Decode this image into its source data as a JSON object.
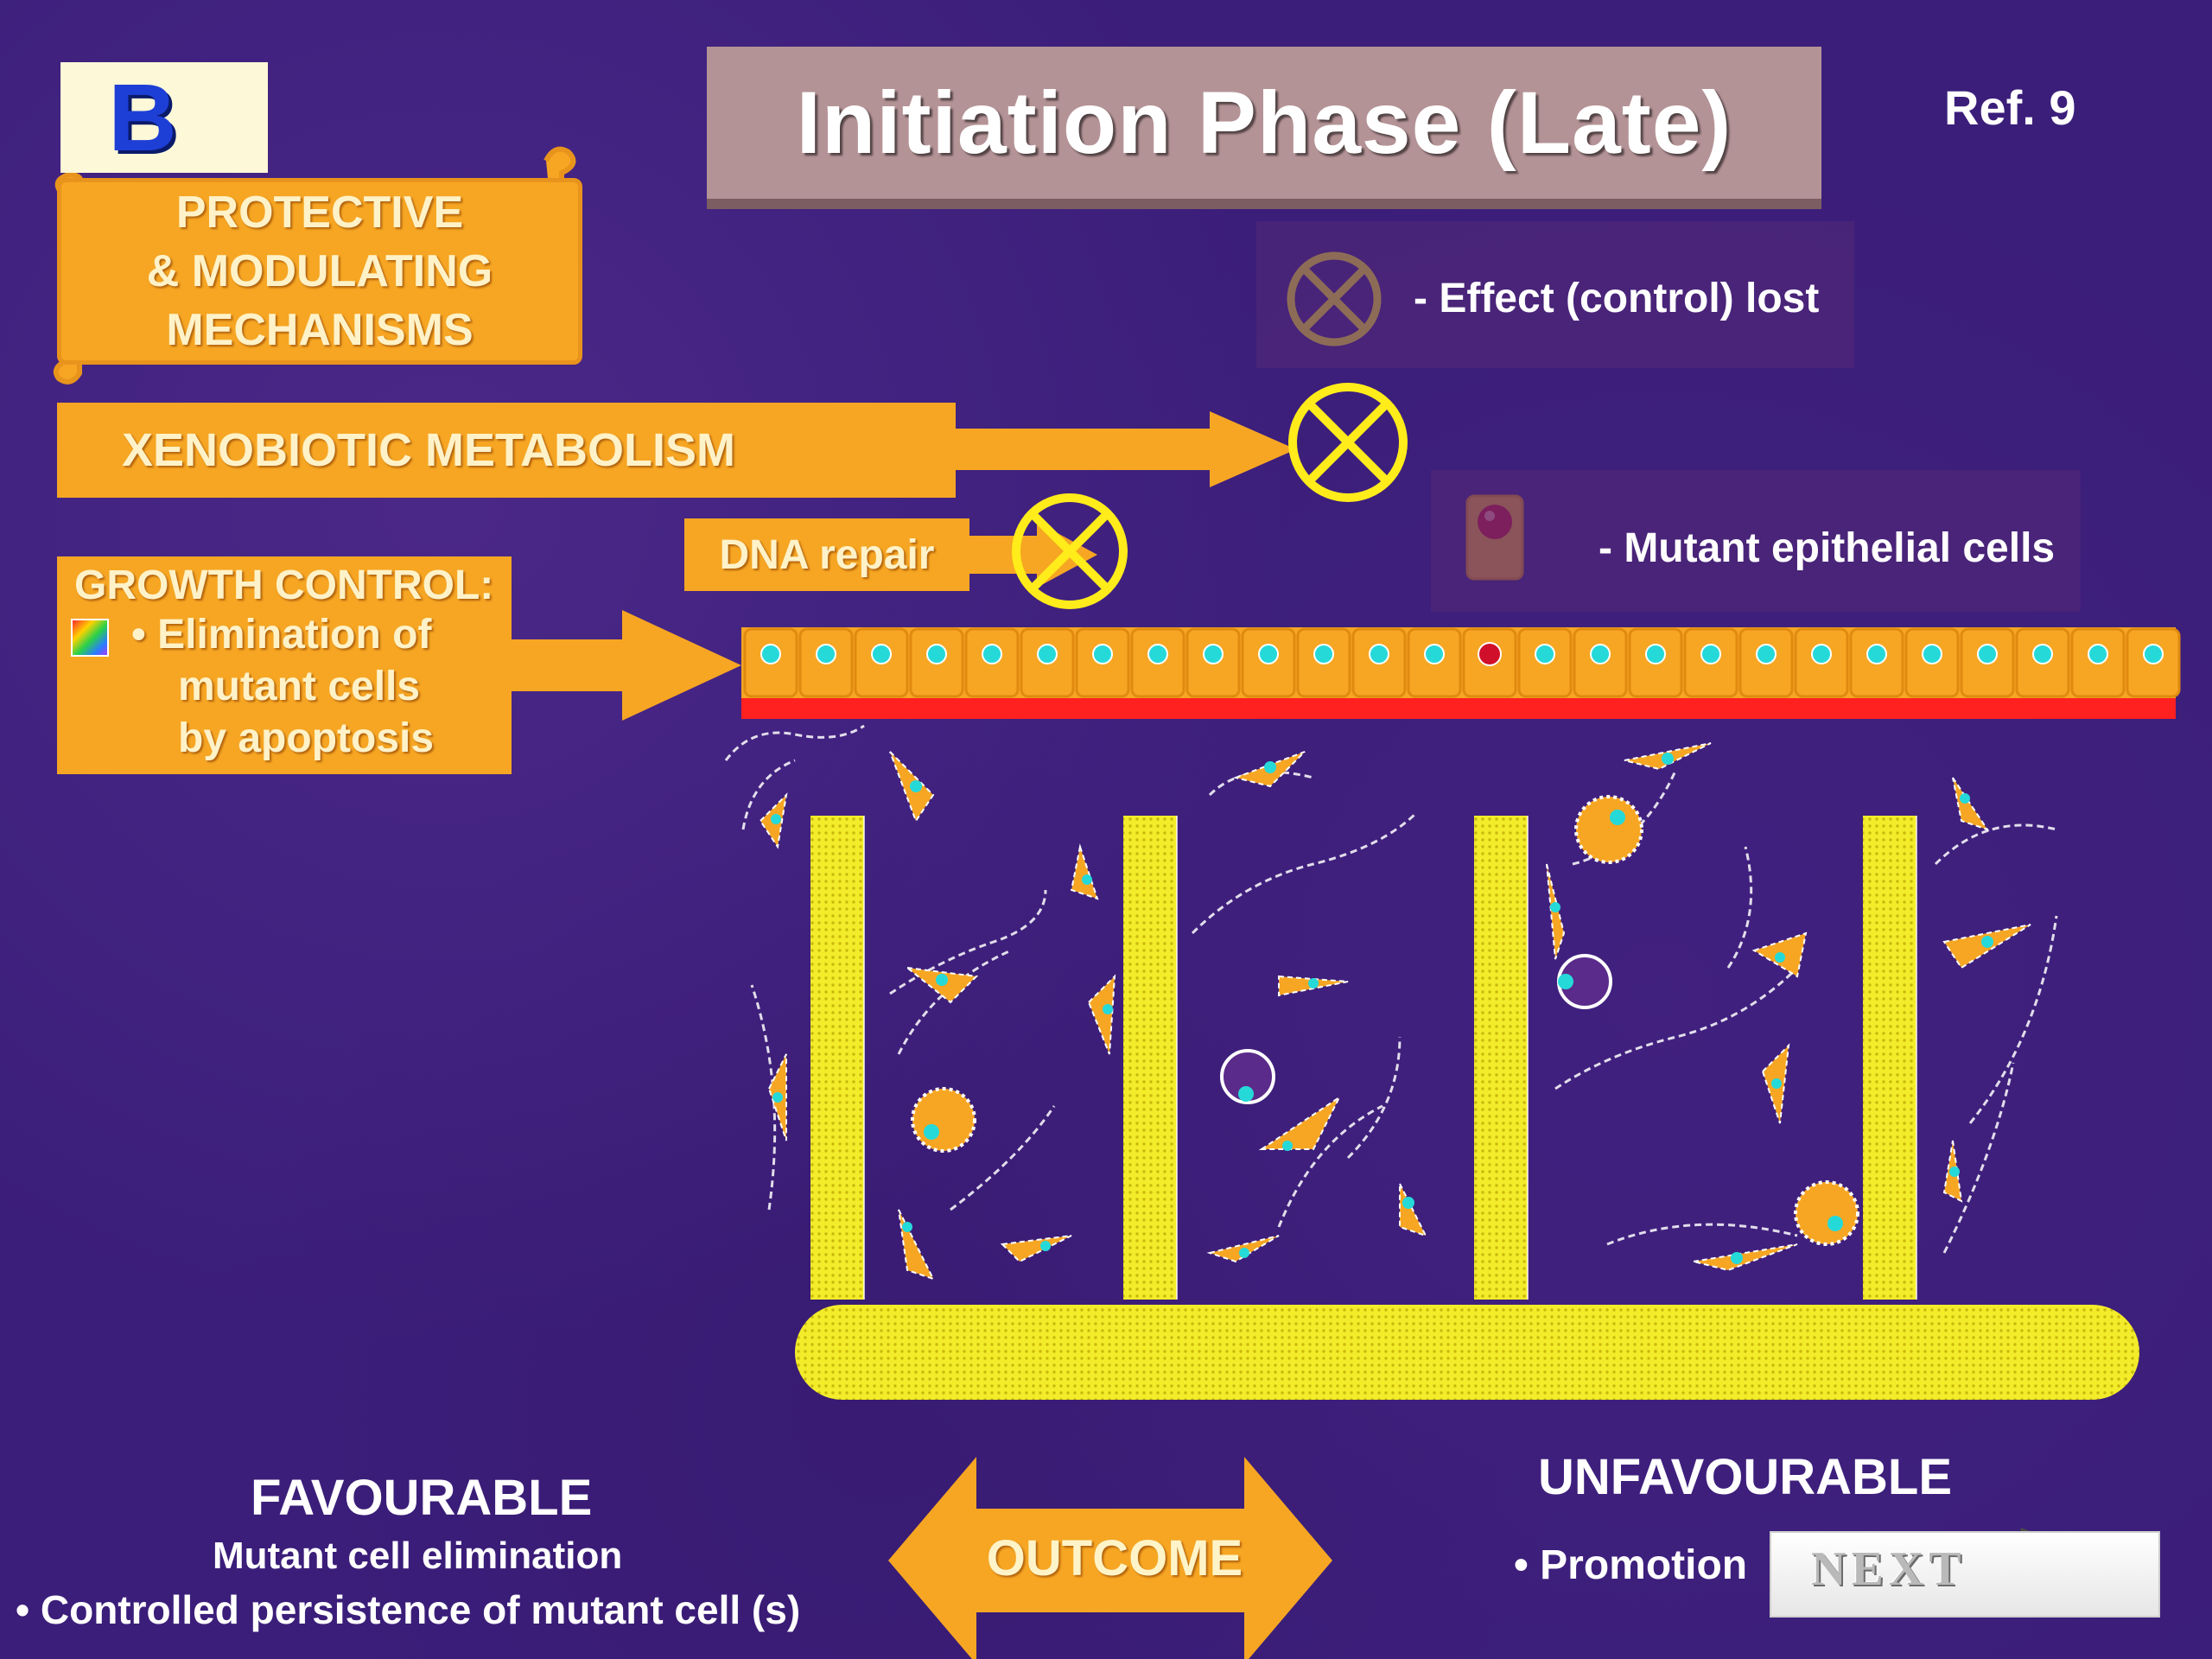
{
  "panel_letter": "B",
  "title": "Initiation Phase (Late)",
  "ref": "Ref. 9",
  "scroll_lines": [
    "PROTECTIVE",
    "& MODULATING",
    "MECHANISMS"
  ],
  "xenobiotic_label": "XENOBIOTIC METABOLISM",
  "dna_repair_label": "DNA repair",
  "growth_control": {
    "heading": "GROWTH CONTROL:",
    "lines": [
      "• Elimination of",
      "mutant cells",
      "by apoptosis"
    ]
  },
  "legend": {
    "lost": "- Effect (control) lost",
    "mutant": "- Mutant epithelial cells"
  },
  "outcome_label": "OUTCOME",
  "favourable": {
    "title": "FAVOURABLE",
    "line1": "Mutant cell elimination",
    "line2": "• Controlled persistence of mutant cell (s)"
  },
  "unfavourable": {
    "title": "UNFAVOURABLE",
    "line1": "• Promotion"
  },
  "next_button": "NEXT",
  "colors": {
    "background": "#3b1e7a",
    "orange": "#f6a623",
    "yellow": "#ffec1a",
    "membrane": "#ff2020",
    "nucleus": "#26d9d9",
    "mutant": "#d0102a"
  }
}
